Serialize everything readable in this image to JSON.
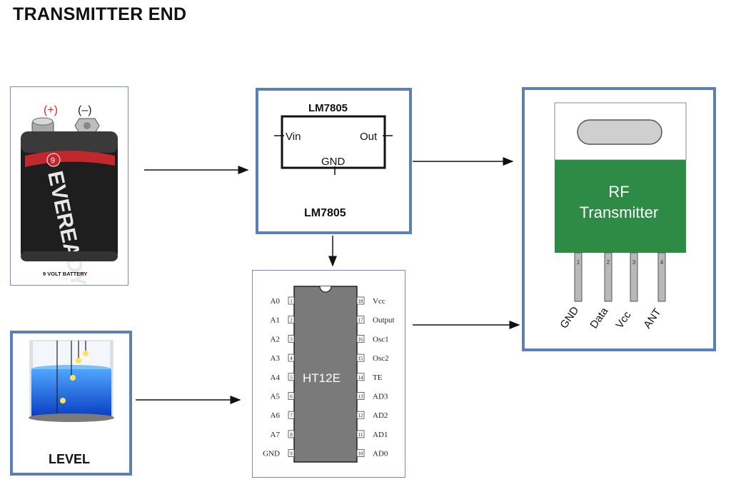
{
  "page": {
    "title": "TRANSMITTER END"
  },
  "battery": {
    "plus": "(+)",
    "minus": "(–)",
    "brand": "EVEREADY",
    "caption": "9 VOLT BATTERY",
    "logo_text": "9"
  },
  "level": {
    "label": "LEVEL"
  },
  "regulator": {
    "name_top": "LM7805",
    "pin_in": "Vin",
    "pin_out": "Out",
    "pin_gnd": "GND",
    "name_bottom": "LM7805"
  },
  "encoder": {
    "chip": "HT12E",
    "left_pins": [
      {
        "num": "1",
        "label": "A0"
      },
      {
        "num": "2",
        "label": "A1"
      },
      {
        "num": "3",
        "label": "A2"
      },
      {
        "num": "4",
        "label": "A3"
      },
      {
        "num": "5",
        "label": "A4"
      },
      {
        "num": "6",
        "label": "A5"
      },
      {
        "num": "7",
        "label": "A6"
      },
      {
        "num": "8",
        "label": "A7"
      },
      {
        "num": "9",
        "label": "GND"
      }
    ],
    "right_pins": [
      {
        "num": "18",
        "label": "Vcc"
      },
      {
        "num": "17",
        "label": "Output"
      },
      {
        "num": "16",
        "label": "Osc1"
      },
      {
        "num": "15",
        "label": "Osc2"
      },
      {
        "num": "14",
        "label": "TE"
      },
      {
        "num": "13",
        "label": "AD3"
      },
      {
        "num": "12",
        "label": "AD2"
      },
      {
        "num": "11",
        "label": "AD1"
      },
      {
        "num": "10",
        "label": "AD0"
      }
    ]
  },
  "transmitter": {
    "line1": "RF",
    "line2": "Transmitter",
    "pins": [
      {
        "num": "1",
        "label": "GND"
      },
      {
        "num": "2",
        "label": "Data"
      },
      {
        "num": "3",
        "label": "Vcc"
      },
      {
        "num": "4",
        "label": "ANT"
      }
    ]
  },
  "colors": {
    "box_border": "#5b7fb8",
    "rf_green": "#2e8b46",
    "battery_red": "#c0282d",
    "water_blue": "#1d5fd6",
    "chip_gray": "#7a7a7a"
  }
}
